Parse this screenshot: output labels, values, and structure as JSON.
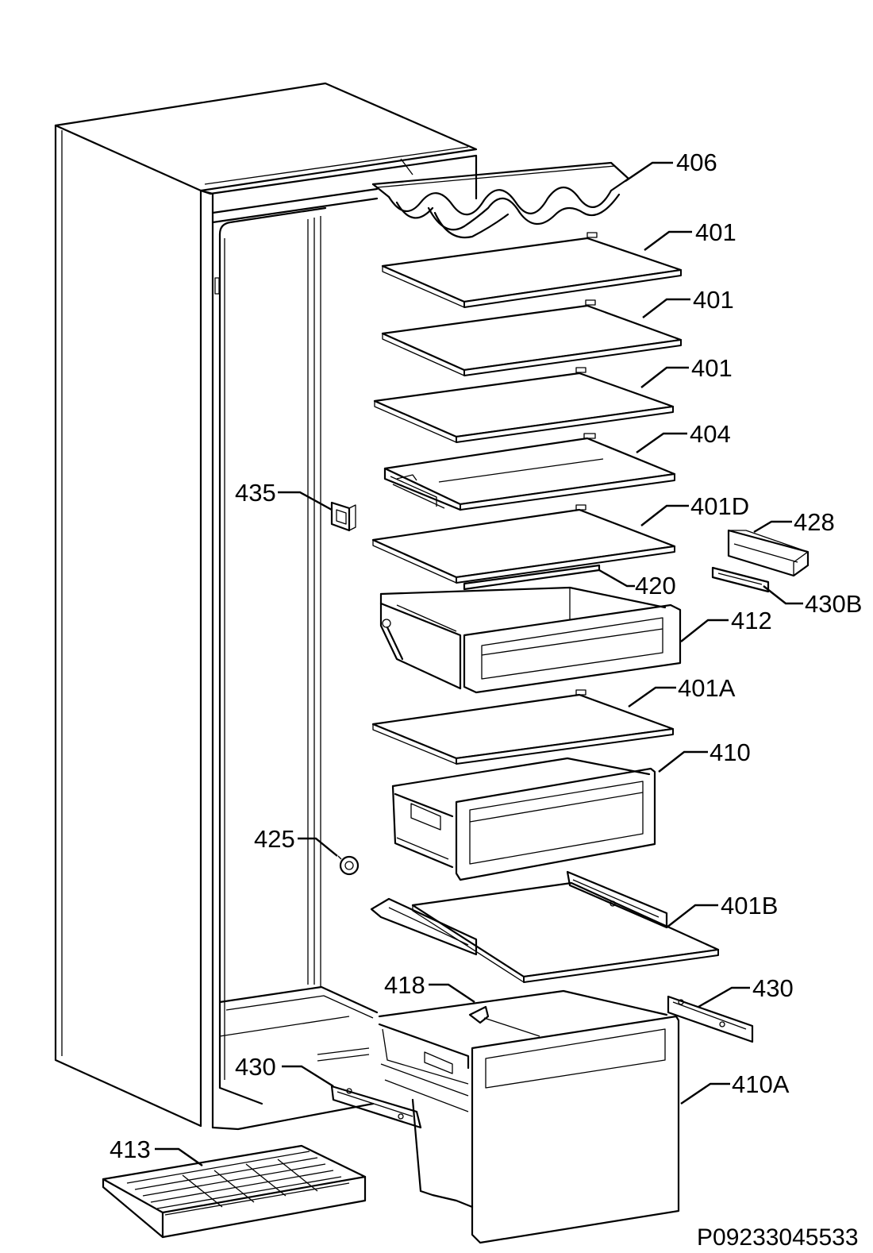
{
  "callouts": {
    "c406": "406",
    "c401_1": "401",
    "c401_2": "401",
    "c401_3": "401",
    "c404": "404",
    "c435": "435",
    "c401D": "401D",
    "c428": "428",
    "c420": "420",
    "c430B": "430B",
    "c412": "412",
    "c401A": "401A",
    "c410": "410",
    "c425": "425",
    "c401B": "401B",
    "c418": "418",
    "c430_right": "430",
    "c430_left": "430",
    "c410A": "410A",
    "c413": "413"
  },
  "drawing_code": "P09233045533"
}
